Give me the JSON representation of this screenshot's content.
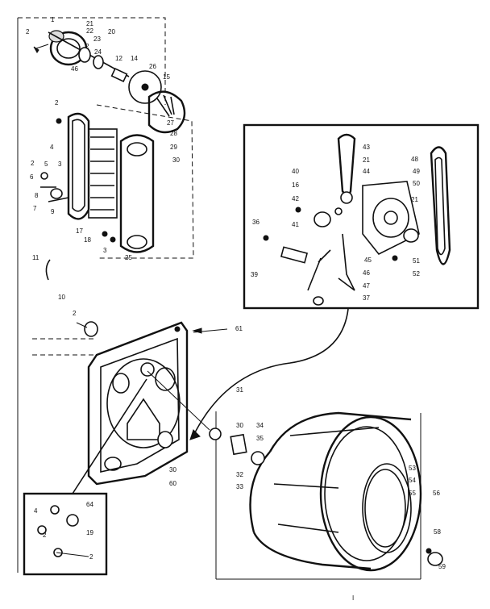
{
  "callouts": {
    "c1": "1",
    "c2": "2",
    "c21a": "21",
    "c22": "22",
    "c23": "23",
    "c20": "20",
    "c2b": "2",
    "c24": "24",
    "c12": "12",
    "c14": "14",
    "c26": "26",
    "c15": "15",
    "c46a": "46",
    "c27": "27",
    "c2c": "2",
    "c28": "28",
    "c29": "29",
    "c30a": "30",
    "c4": "4",
    "c2d": "2",
    "c5": "5",
    "c3a": "3",
    "c6": "6",
    "c7": "7",
    "c8": "8",
    "c9": "9",
    "c17": "17",
    "c18": "18",
    "c3b": "3",
    "c25": "25",
    "c11": "11",
    "c10": "10",
    "c2e": "2",
    "c61": "61",
    "c43": "43",
    "c21b": "21",
    "c44": "44",
    "c48": "48",
    "c49": "49",
    "c40": "40",
    "c50": "50",
    "c16": "16",
    "c42": "42",
    "c21c": "21",
    "c36": "36",
    "c41": "41",
    "c51": "51",
    "c45": "45",
    "c46b": "46",
    "c52": "52",
    "c39": "39",
    "c47": "47",
    "c37": "37",
    "c31": "31",
    "c30b": "30",
    "c34": "34",
    "c35": "35",
    "c32": "32",
    "c33": "33",
    "c30c": "30",
    "c60": "60",
    "c53": "53",
    "c54": "54",
    "c55": "55",
    "c58": "58",
    "c56": "56",
    "c59": "59",
    "c64": "64",
    "c4b": "4",
    "c2f": "2",
    "c19": "19",
    "c2g": "2",
    "cI": "I"
  }
}
